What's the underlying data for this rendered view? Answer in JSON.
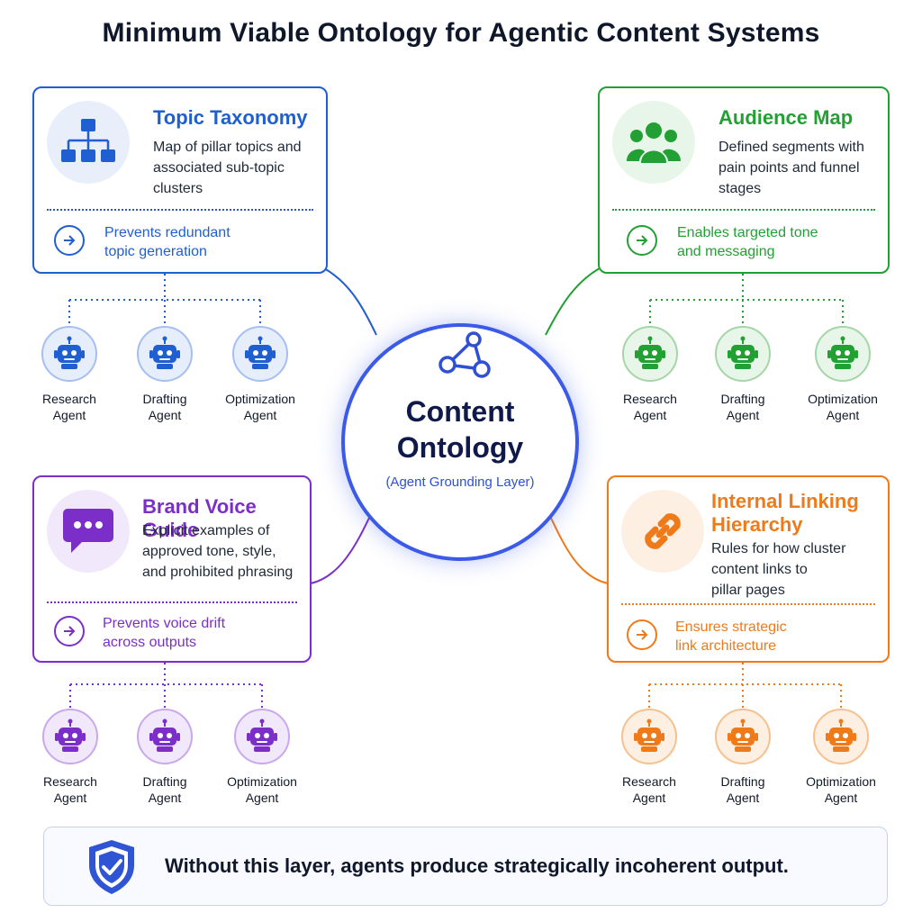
{
  "title": "Minimum Viable Ontology for Agentic Content Systems",
  "hub": {
    "title_line1": "Content",
    "title_line2": "Ontology",
    "subtitle": "(Agent Grounding Layer)",
    "color": "#3b5ae8",
    "icon": "network-triangle-icon"
  },
  "cards": [
    {
      "key": "topic",
      "title": "Topic Taxonomy",
      "description": [
        "Map of pillar topics and",
        "associated sub-topic",
        "clusters"
      ],
      "benefit": [
        "Prevents redundant",
        "topic generation"
      ],
      "color": "#1f5fd1",
      "icon": "hierarchy-icon"
    },
    {
      "key": "audience",
      "title": "Audience Map",
      "description": [
        "Defined segments with",
        "pain points and funnel",
        "stages"
      ],
      "benefit": [
        "Enables targeted tone",
        "and messaging"
      ],
      "color": "#22a033",
      "icon": "people-group-icon"
    },
    {
      "key": "brand",
      "title": "Brand Voice Guide",
      "description": [
        "Explicit examples of",
        "approved tone, style,",
        "and prohibited phrasing"
      ],
      "benefit": [
        "Prevents voice drift",
        "across outputs"
      ],
      "color": "#7b2fc8",
      "icon": "chat-bubble-icon"
    },
    {
      "key": "linking",
      "title": "Internal Linking Hierarchy",
      "title_line1": "Internal Linking",
      "title_line2": "Hierarchy",
      "description": [
        "Rules for how cluster",
        "content links to",
        "pillar pages"
      ],
      "benefit": [
        "Ensures strategic",
        "link architecture"
      ],
      "color": "#ef7a1a",
      "icon": "chain-link-icon"
    }
  ],
  "agents": [
    {
      "line1": "Research",
      "line2": "Agent"
    },
    {
      "line1": "Drafting",
      "line2": "Agent"
    },
    {
      "line1": "Optimization",
      "line2": "Agent"
    }
  ],
  "footer": {
    "text": "Without this layer, agents produce strategically incoherent output.",
    "icon": "shield-check-icon",
    "color": "#2f55d4"
  }
}
